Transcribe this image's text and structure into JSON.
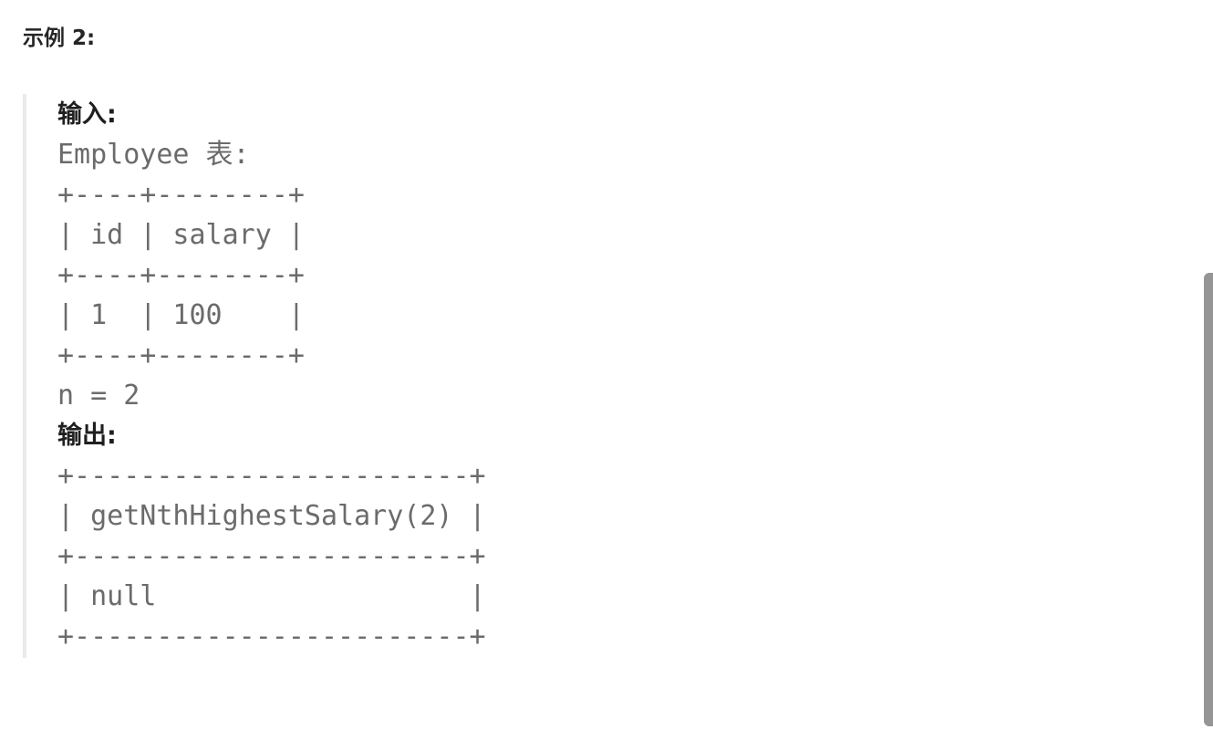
{
  "example": {
    "title": "示例 2:"
  },
  "code_block": {
    "input_label": "输入:",
    "input_lines": [
      "Employee 表:",
      "+----+--------+",
      "| id | salary |",
      "+----+--------+",
      "| 1  | 100    |",
      "+----+--------+",
      "n = 2"
    ],
    "output_label": "输出:",
    "output_lines": [
      "+------------------------+",
      "| getNthHighestSalary(2) |",
      "+------------------------+",
      "| null                   |",
      "+------------------------+"
    ]
  },
  "colors": {
    "heading_text": "#252525",
    "label_text": "#1f1f1f",
    "code_text": "#6b6b6b",
    "block_border": "#eaeaea",
    "scrollbar_thumb": "#959595",
    "background": "#ffffff"
  }
}
